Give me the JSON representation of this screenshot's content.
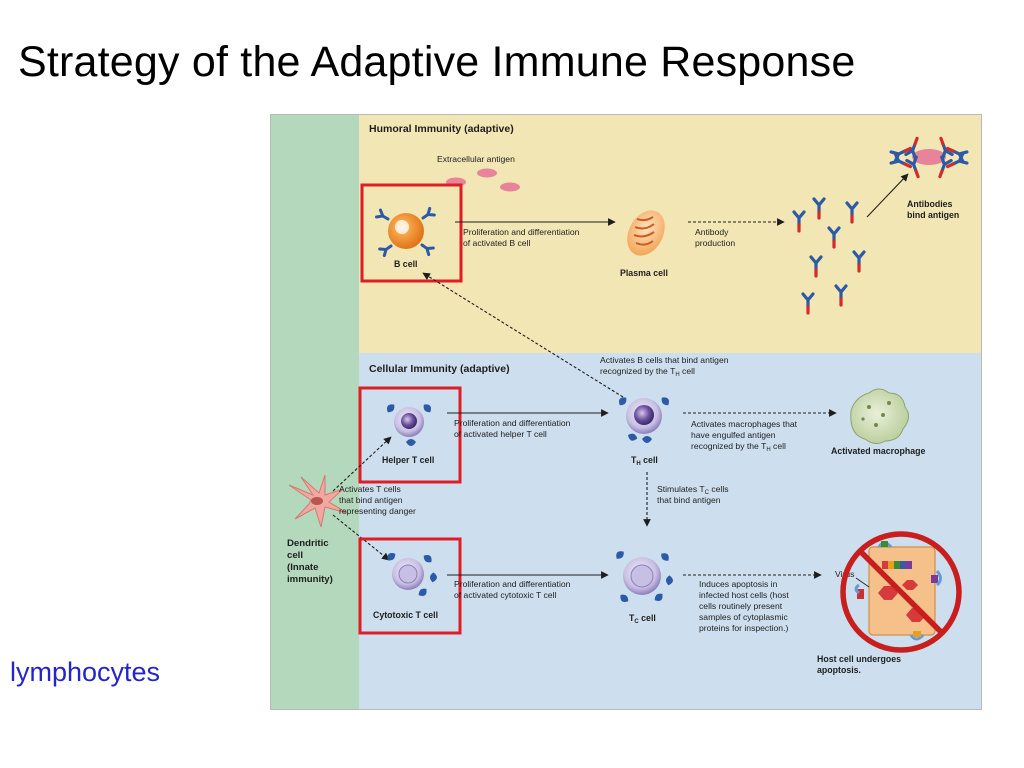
{
  "slide": {
    "title": "Strategy of the Adaptive Immune Response",
    "side_label": "lymphocytes"
  },
  "diagram": {
    "humoral": {
      "title": "Humoral Immunity (adaptive)",
      "extracellular_antigen": "Extracellular antigen",
      "b_cell": "B cell",
      "prolif_b": [
        "Proliferation and differentiation",
        "of activated B cell"
      ],
      "plasma_cell": "Plasma cell",
      "antibody_production": [
        "Antibody",
        "production"
      ],
      "antibodies_bind": [
        "Antibodies",
        "bind antigen"
      ]
    },
    "cellular": {
      "title": "Cellular Immunity (adaptive)",
      "activates_b": [
        "Activates B cells that bind antigen",
        "recognized by the T",
        "H",
        " cell"
      ],
      "helper_t": "Helper T cell",
      "prolif_helper": [
        "Proliferation and differentiation",
        "of activated helper T cell"
      ],
      "th_cell": [
        "T",
        "H",
        " cell"
      ],
      "activates_macrophages": [
        "Activates macrophages that",
        "have engulfed antigen",
        "recognized by the T",
        "H",
        " cell"
      ],
      "activated_macrophage": "Activated macrophage",
      "activates_t": [
        "Activates T cells",
        "that bind antigen",
        "representing danger"
      ],
      "stimulates_tc": [
        "Stimulates T",
        "C",
        " cells",
        "that bind antigen"
      ],
      "dendritic": [
        "Dendritic",
        "cell",
        "(Innate",
        "immunity)"
      ],
      "cytotoxic_t": "Cytotoxic T cell",
      "prolif_cytotoxic": [
        "Proliferation and differentiation",
        "of activated cytotoxic T cell"
      ],
      "tc_cell": [
        "T",
        "C",
        " cell"
      ],
      "induces_apoptosis": [
        "Induces apoptosis in",
        "infected host cells (host",
        "cells routinely present",
        "samples of cytoplasmic",
        "proteins for inspection.)"
      ],
      "virus": "Virus",
      "host_cell": [
        "Host cell undergoes",
        "apoptosis."
      ]
    },
    "colors": {
      "innate_panel": "#b3d8bb",
      "humoral_panel": "#f3e6b5",
      "cellular_panel": "#cddfee",
      "highlight_box": "#e01c24",
      "antibody_blue": "#2c5aa6",
      "antibody_red": "#d42a2a",
      "b_cell_orange": "#f08a2c",
      "t_cell_purple": "#6a4a9a",
      "prohibition_red": "#c81e1e"
    }
  }
}
